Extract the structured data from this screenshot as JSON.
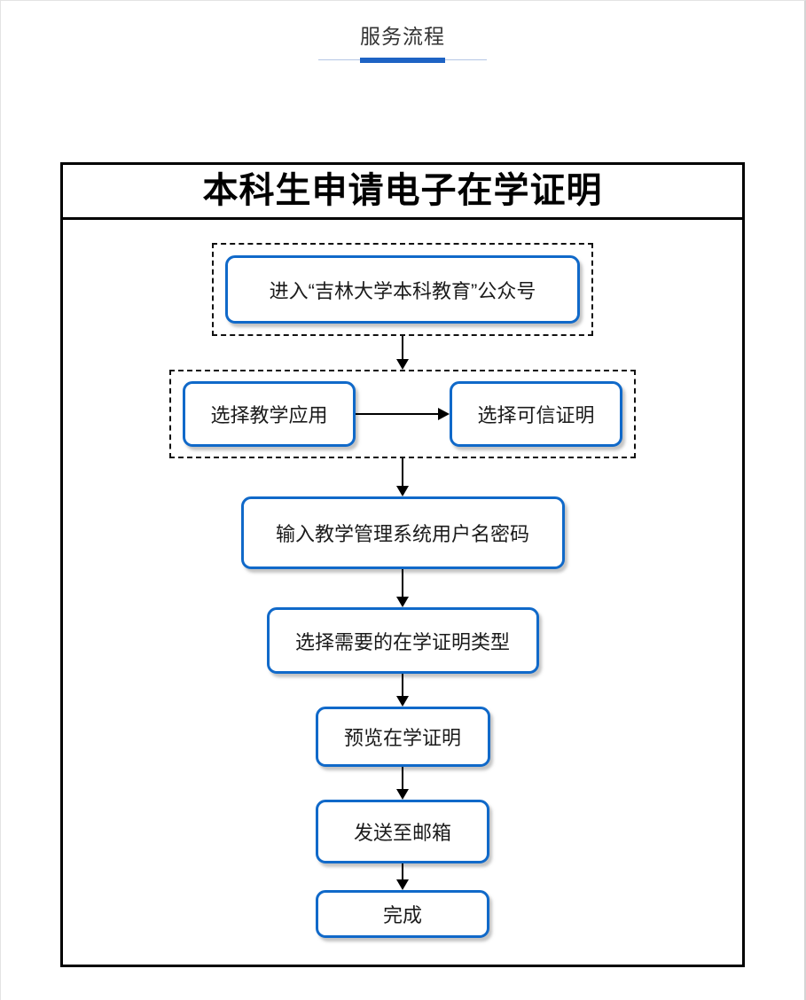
{
  "tab": {
    "label": "服务流程"
  },
  "flowchart": {
    "title": "本科生申请电子在学证明",
    "steps": [
      {
        "label": "进入“吉林大学本科教育”公众号"
      },
      {
        "left_label": "选择教学应用",
        "right_label": "选择可信证明"
      },
      {
        "label": "输入教学管理系统用户名密码"
      },
      {
        "label": "选择需要的在学证明类型"
      },
      {
        "label": "预览在学证明"
      },
      {
        "label": "发送至邮箱"
      },
      {
        "label": "完成"
      }
    ]
  },
  "colors": {
    "node_border_blue": "#1069c9",
    "tab_indicator_blue": "#1e63c4",
    "tab_underline_gray": "#b4c6e4",
    "frame_border_black": "#000000"
  }
}
